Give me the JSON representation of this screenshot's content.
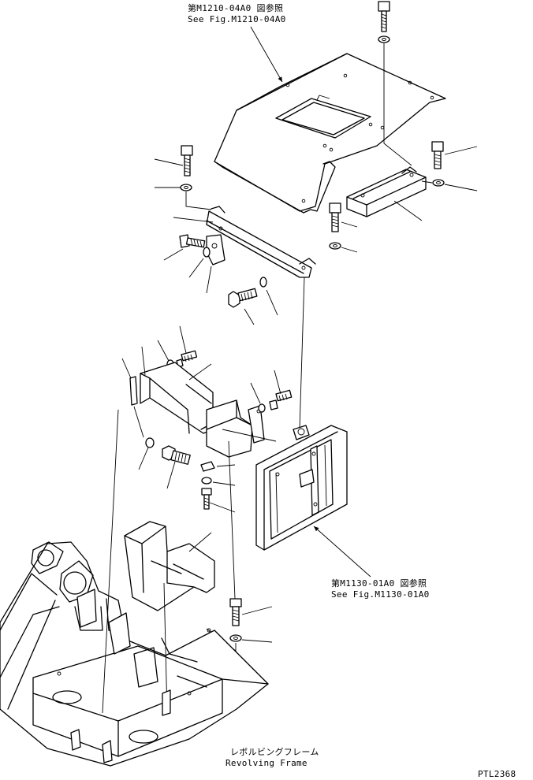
{
  "references": {
    "top": {
      "jp": "第M1210-04A0 図参照",
      "en": "See Fig.M1210-04A0"
    },
    "right": {
      "jp": "第M1130-01A0 図参照",
      "en": "See Fig.M1130-01A0"
    }
  },
  "frame_label": {
    "jp": "レボルビングフレーム",
    "en": "Revolving Frame"
  },
  "drawing_code": "PTL2368"
}
